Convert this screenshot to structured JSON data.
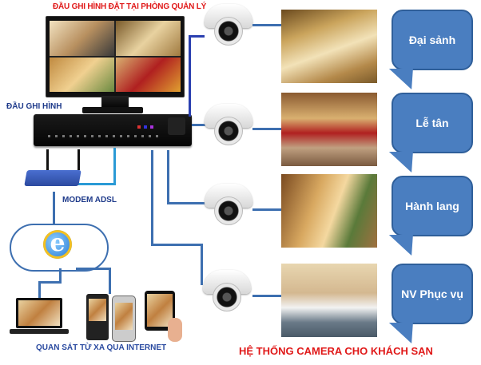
{
  "labels": {
    "monitor_title": "ĐẦU GHI HÌNH ĐẶT TẠI PHÒNG QUẢN LÝ",
    "dvr": "ĐẦU GHI HÌNH",
    "modem": "MODEM ADSL",
    "remote": "QUAN SÁT TỪ XA QUA INTERNET",
    "system_title": "HỆ THỐNG CAMERA CHO KHÁCH SẠN"
  },
  "icons": {
    "internet": "e"
  },
  "locations": [
    {
      "name": "Đại sảnh"
    },
    {
      "name": "Lễ tân"
    },
    {
      "name": "Hành lang"
    },
    {
      "name": "NV Phục vụ"
    }
  ],
  "colors": {
    "title_red": "#e01818",
    "label_blue": "#1e3a8a",
    "bubble_fill": "#4a7ec0",
    "wire": "#3d6fb0"
  }
}
